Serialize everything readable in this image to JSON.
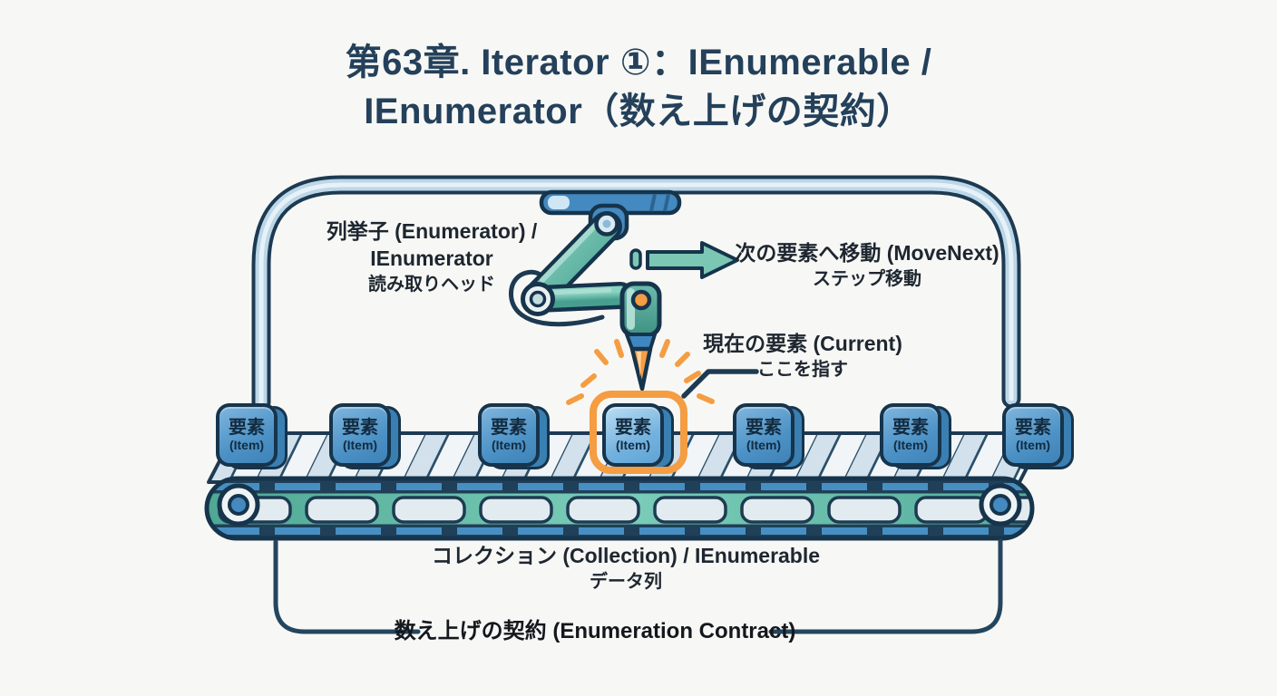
{
  "title": {
    "line1": "第63章. Iterator ①：IEnumerable /",
    "line2": "IEnumerator（数え上げの契約）"
  },
  "enumerator_label": {
    "line1": "列挙子 (Enumerator) /",
    "line2": "IEnumerator",
    "line3": "読み取りヘッド"
  },
  "movenext_label": {
    "line1": "次の要素へ移動 (MoveNext)",
    "line2": "ステップ移動"
  },
  "current_label": {
    "line1": "現在の要素 (Current)",
    "line2": "ここを指す"
  },
  "collection_label": {
    "line1": "コレクション (Collection) / IEnumerable",
    "line2": "データ列"
  },
  "contract_label": {
    "text": "数え上げの契約 (Enumeration Contract)"
  },
  "items": [
    {
      "kanji": "要素",
      "sub": "(Item)",
      "current": false
    },
    {
      "kanji": "要素",
      "sub": "(Item)",
      "current": false
    },
    {
      "kanji": "要素",
      "sub": "(Item)",
      "current": false
    },
    {
      "kanji": "要素",
      "sub": "(Item)",
      "current": true
    },
    {
      "kanji": "要素",
      "sub": "(Item)",
      "current": false
    },
    {
      "kanji": "要素",
      "sub": "(Item)",
      "current": false
    },
    {
      "kanji": "要素",
      "sub": "(Item)",
      "current": false
    }
  ],
  "colors": {
    "background": "#f7f8f5",
    "outline_navy": "#16344c",
    "line_navy": "#24455e",
    "title_navy": "#24405a",
    "item_blue": "#4d92c6",
    "belt_teal": "#5cb6a2",
    "arm_teal": "#6fc2b1",
    "accent_orange": "#f59d42",
    "label_text": "#1e2630"
  }
}
